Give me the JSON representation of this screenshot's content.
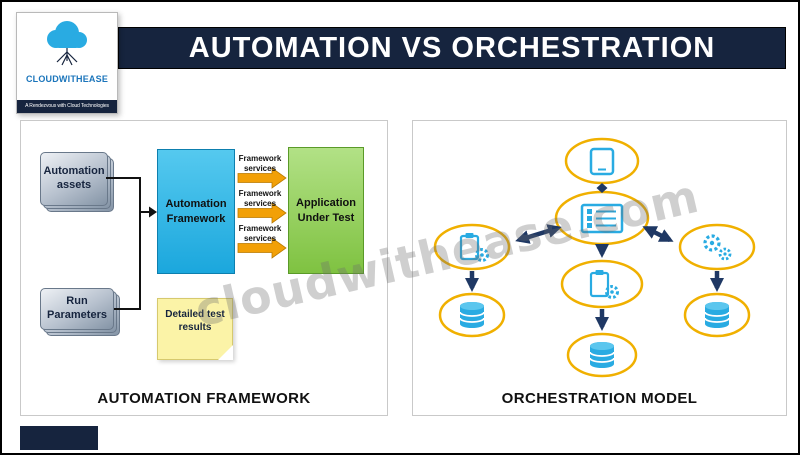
{
  "header": {
    "title": "AUTOMATION VS ORCHESTRATION"
  },
  "logo": {
    "name": "CLOUDWITHEASE",
    "tagline": "A Rendezvous with Cloud Technologies"
  },
  "watermark": "cloudwithease.com",
  "automation": {
    "caption": "AUTOMATION FRAMEWORK",
    "assets_label": "Automation\nassets",
    "run_label": "Run\nParameters",
    "framework_label": "Automation\nFramework",
    "aut_label": "Application\nUnder Test",
    "results_label": "Detailed test\nresults",
    "service_labels": [
      "Framework\nservices",
      "Framework\nservices",
      "Framework\nservices"
    ]
  },
  "orchestration": {
    "caption": "ORCHESTRATION MODEL",
    "nodes": [
      "device",
      "orchestration-engine",
      "task-scheduler-left",
      "process-gears-right",
      "task-scheduler-center",
      "database-left",
      "database-right",
      "database-bottom"
    ]
  },
  "colors": {
    "header_bg": "#16243E",
    "framework_fill": "#29B6E8",
    "application_fill": "#8CC63F",
    "service_arrow": "#F2A007",
    "node_ring": "#F0B000",
    "icon_color": "#29ABE2",
    "flow_arrow": "#1F3864",
    "sticky_fill": "#FBF3A7"
  }
}
